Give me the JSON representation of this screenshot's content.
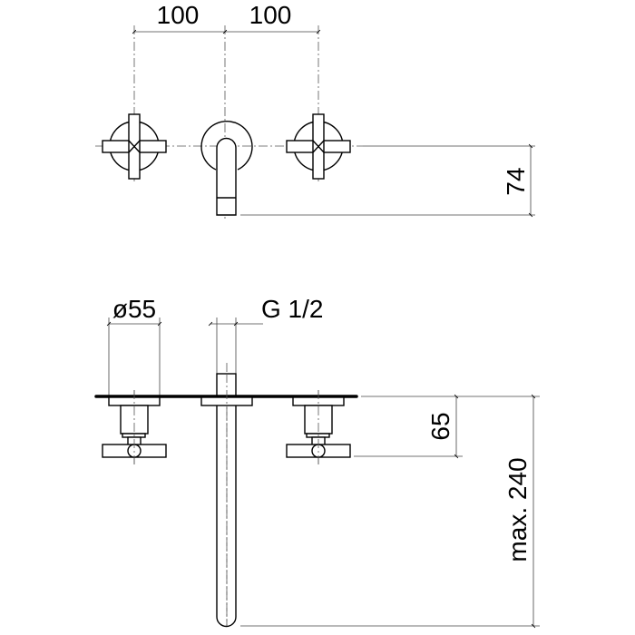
{
  "dimensions": {
    "top_left_spacing": "100",
    "top_right_spacing": "100",
    "spout_height": "74",
    "escutcheon_diameter": "ø55",
    "thread": "G 1/2",
    "handle_projection": "65",
    "spout_projection": "max. 240"
  },
  "colors": {
    "line": "#000000",
    "background": "#ffffff"
  }
}
